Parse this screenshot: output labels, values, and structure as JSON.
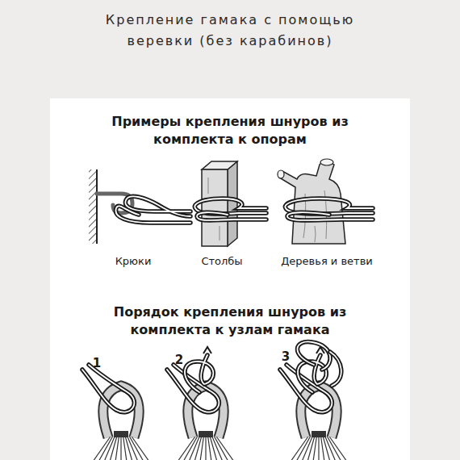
{
  "diagram": {
    "title": "Крепление гамака с помощью веревки (без карабинов)",
    "labels": [
      "Примеры крепления шнуров из комплекта к опорам",
      "Крюки",
      "Столбы",
      "Деревья и ветви",
      "Порядок крепления шнуров из комплекта к узлам гамака",
      "1",
      "2",
      "3"
    ]
  }
}
